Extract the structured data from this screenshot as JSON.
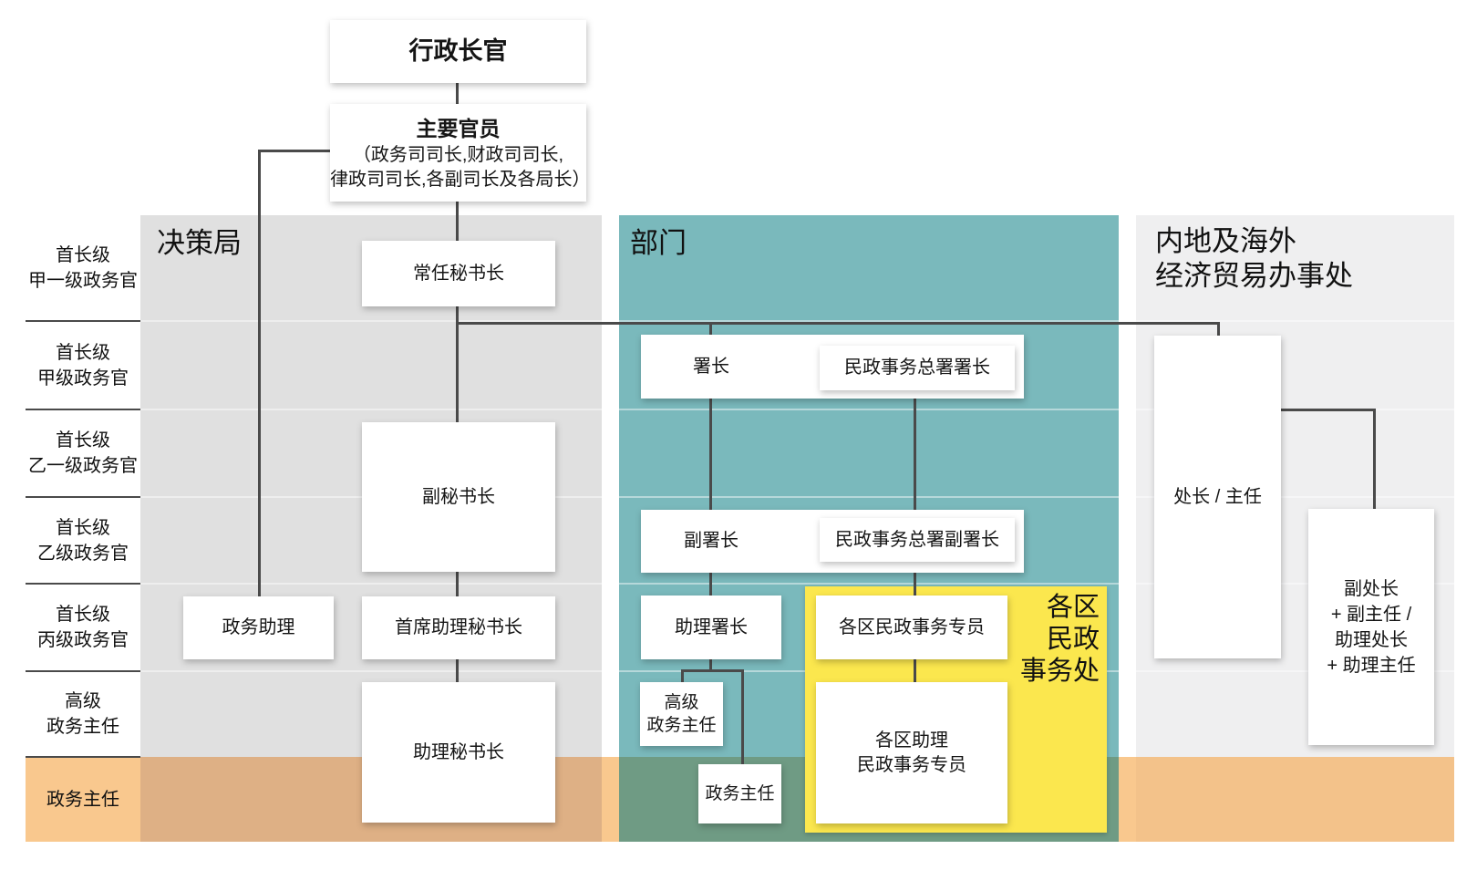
{
  "palette": {
    "bureaux_grey": "#e0e0e0",
    "departments_teal": "#7ab9bc",
    "offices_grey": "#efeff0",
    "band_orange": "#f9c88e",
    "band_tan": "#deb085",
    "band_green": "#6f9b84",
    "band_offices_orange": "#f3c28a",
    "district_yellow": "#fbe74e",
    "connector_grey": "#4a4a4a"
  },
  "legend": {
    "rows": [
      {
        "line1": "首长级",
        "line2": "甲一级政务官"
      },
      {
        "line1": "首长级",
        "line2": "甲级政务官"
      },
      {
        "line1": "首长级",
        "line2": "乙一级政务官"
      },
      {
        "line1": "首长级",
        "line2": "乙级政务官"
      },
      {
        "line1": "首长级",
        "line2": "丙级政务官"
      },
      {
        "line1": "高级",
        "line2": "政务主任"
      },
      {
        "line1": "政务主任",
        "line2": ""
      }
    ]
  },
  "top": {
    "ceo": "行政长官",
    "principal_title": "主要官员",
    "principal_sub1": "（政务司司长,财政司司长,",
    "principal_sub2": "律政司司长,各副司长及各局长）"
  },
  "bureaux": {
    "header": "决策局",
    "permanent_secretary": "常任秘书长",
    "deputy_secretary": "副秘书长",
    "political_assistant": "政务助理",
    "principal_assistant_secretary": "首席助理秘书长",
    "assistant_secretary": "助理秘书长"
  },
  "departments": {
    "header": "部门",
    "head": "署长",
    "home_affairs_director": "民政事务总署署长",
    "deputy_head": "副署长",
    "home_affairs_deputy_director": "民政事务总署副署长",
    "assistant_head": "助理署长",
    "senior_officer_line1": "高级",
    "senior_officer_line2": "政务主任",
    "officer": "政务主任",
    "district_officer": "各区民政事务专员",
    "assistant_district_officer_line1": "各区助理",
    "assistant_district_officer_line2": "民政事务专员",
    "district_office_label_line1": "各区",
    "district_office_label_line2": "民政",
    "district_office_label_line3": "事务处"
  },
  "offices": {
    "header_line1": "内地及海外",
    "header_line2": "经济贸易办事处",
    "head": "处长 / 主任",
    "deputy_line1": "副处长",
    "deputy_line2": "+ 副主任 /",
    "deputy_line3": "助理处长",
    "deputy_line4": "+ 助理主任"
  }
}
